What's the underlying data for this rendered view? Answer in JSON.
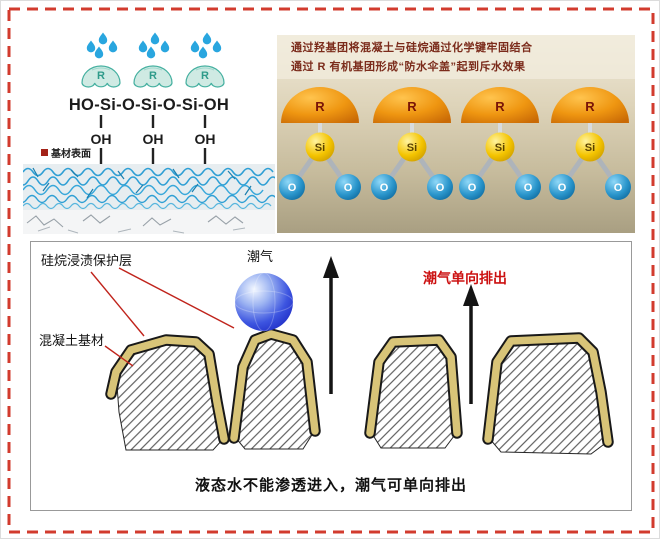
{
  "panel_top_left": {
    "formula": "HO-Si-O-Si-O-Si-OH",
    "oh": [
      "OH",
      "OH",
      "OH"
    ],
    "umbrella_r": "R",
    "substrate_surface_label": "基材表面"
  },
  "panel_top_right": {
    "caption_line1": "通过羟基团将混凝土与硅烷通过化学键牢固结合",
    "caption_line2": "通过 R 有机基团形成“防水伞盖”起到斥水效果",
    "r_labels": [
      "R",
      "R",
      "R",
      "R"
    ],
    "si_label": "Si",
    "o_label": "O"
  },
  "panel_bottom": {
    "protective_layer_label": "硅烷浸渍保护层",
    "substrate_label": "混凝土基材",
    "moisture_label": "潮气",
    "one_way_label": "潮气单向排出",
    "caption": "液态水不能渗透进入，潮气可单向排出"
  },
  "colors": {
    "frame_red": "#d23b2e",
    "one_way_red": "#cc1111",
    "coating_tan": "#d8c478",
    "dome_orange": "#ee9212",
    "si_yellow": "#f5c400",
    "o_blue": "#1a85c0",
    "umbrella_teal": "#45b0a0",
    "water_blue": "#29a6df"
  }
}
